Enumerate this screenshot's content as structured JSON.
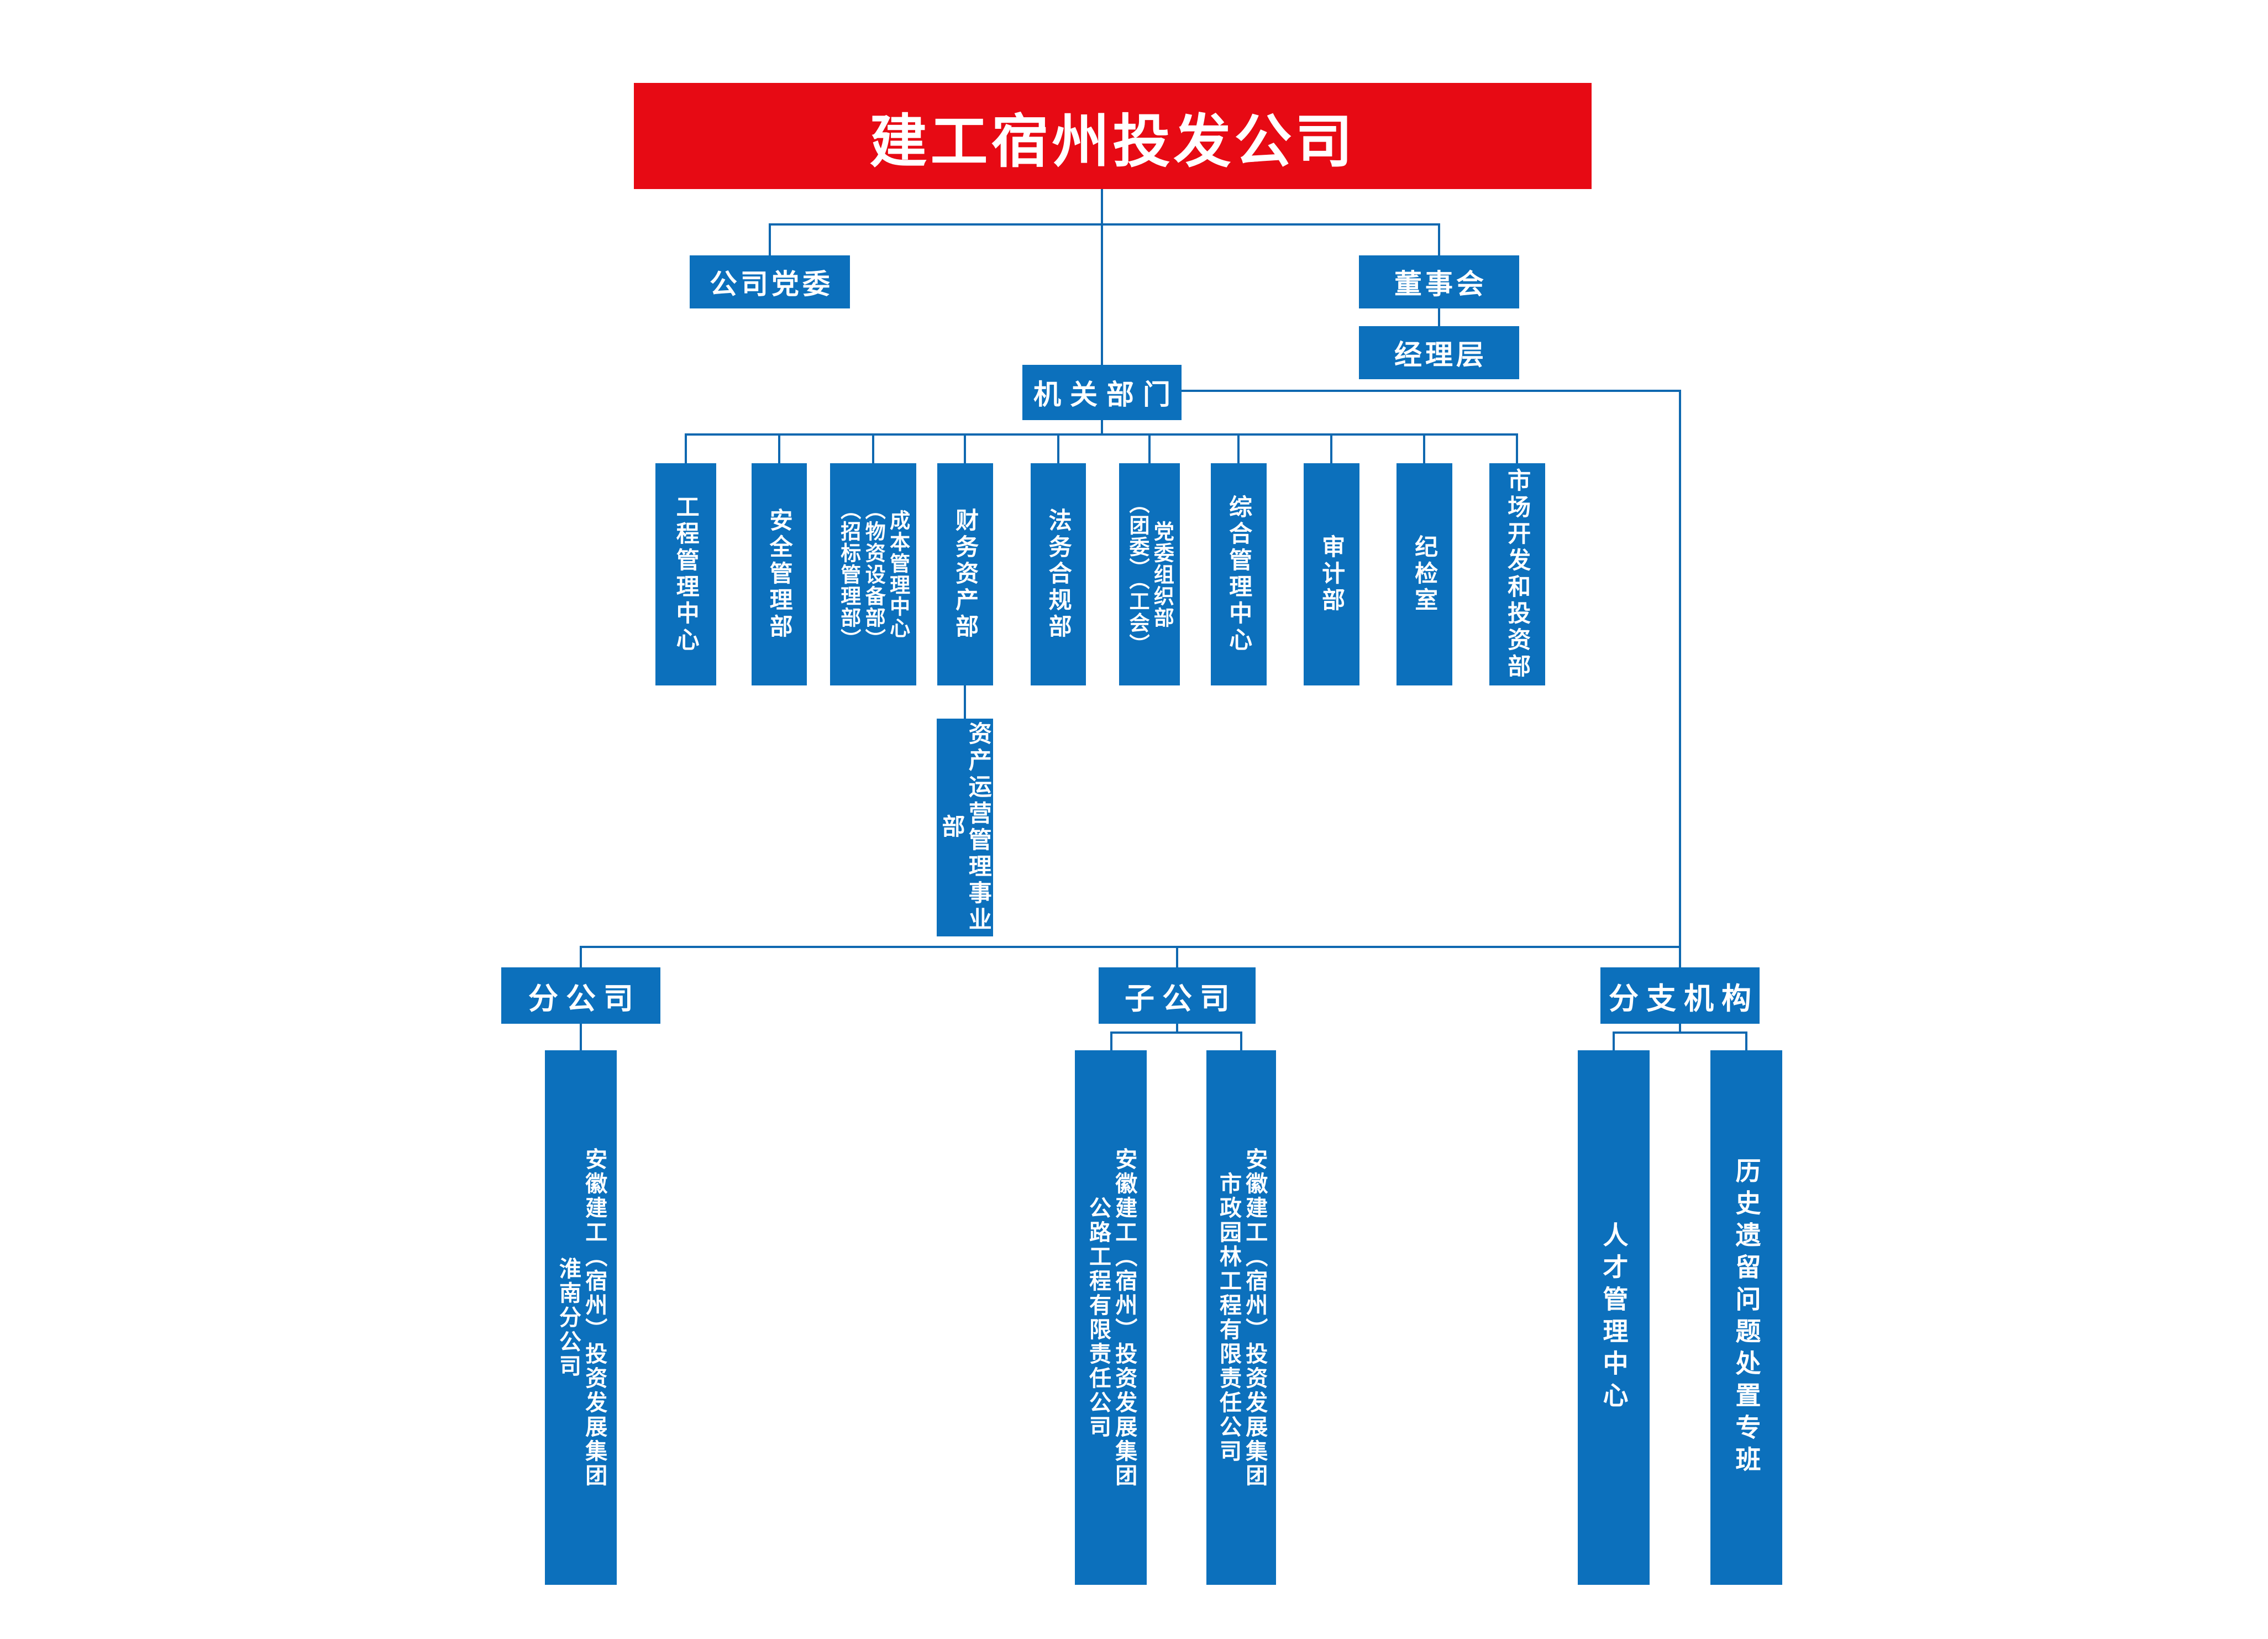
{
  "colors": {
    "banner_red": "#e70a14",
    "box_blue": "#0c70bc",
    "line_blue": "#0f68b0",
    "text_white": "#ffffff"
  },
  "root": {
    "title": "建工宿州投发公司"
  },
  "governance": {
    "party_committee": "公司党委",
    "board": "董事会",
    "management": "经理层",
    "office_departments": "机关部门"
  },
  "departments": [
    {
      "id": "engineering-management-center",
      "lines": [
        "工程管理中心"
      ]
    },
    {
      "id": "safety-management-dept",
      "lines": [
        "安全管理部"
      ]
    },
    {
      "id": "cost-management-center",
      "lines": [
        "成本管理中心",
        "（物资设备部）",
        "（招标管理部）"
      ]
    },
    {
      "id": "finance-assets-dept",
      "lines": [
        "财务资产部"
      ]
    },
    {
      "id": "legal-compliance-dept",
      "lines": [
        "法务合规部"
      ]
    },
    {
      "id": "party-organization-dept",
      "lines": [
        "党委组织部",
        "（团委）（工会）"
      ]
    },
    {
      "id": "comprehensive-management-center",
      "lines": [
        "综合管理中心"
      ]
    },
    {
      "id": "audit-dept",
      "lines": [
        "审计部"
      ]
    },
    {
      "id": "discipline-inspection-office",
      "lines": [
        "纪检室"
      ]
    },
    {
      "id": "market-development-investment-dept",
      "lines": [
        "市场开发和投资部"
      ]
    }
  ],
  "asset_operations": {
    "lines": [
      "资产运营管理事业部"
    ]
  },
  "categories": [
    {
      "label": "分公司"
    },
    {
      "label": "子公司"
    },
    {
      "label": "分支机构"
    }
  ],
  "branch_children": [
    {
      "lines": [
        "安徽建工（宿州）投资发展集团",
        "淮南分公司"
      ]
    }
  ],
  "subsidiary_children": [
    {
      "lines": [
        "安徽建工（宿州）投资发展集团",
        "公路工程有限责任公司"
      ]
    },
    {
      "lines": [
        "安徽建工（宿州）投资发展集团",
        "市政园林工程有限责任公司"
      ]
    }
  ],
  "org_children": [
    {
      "lines": [
        "人才管理中心"
      ]
    },
    {
      "lines": [
        "历史遗留问题处置专班"
      ]
    }
  ]
}
